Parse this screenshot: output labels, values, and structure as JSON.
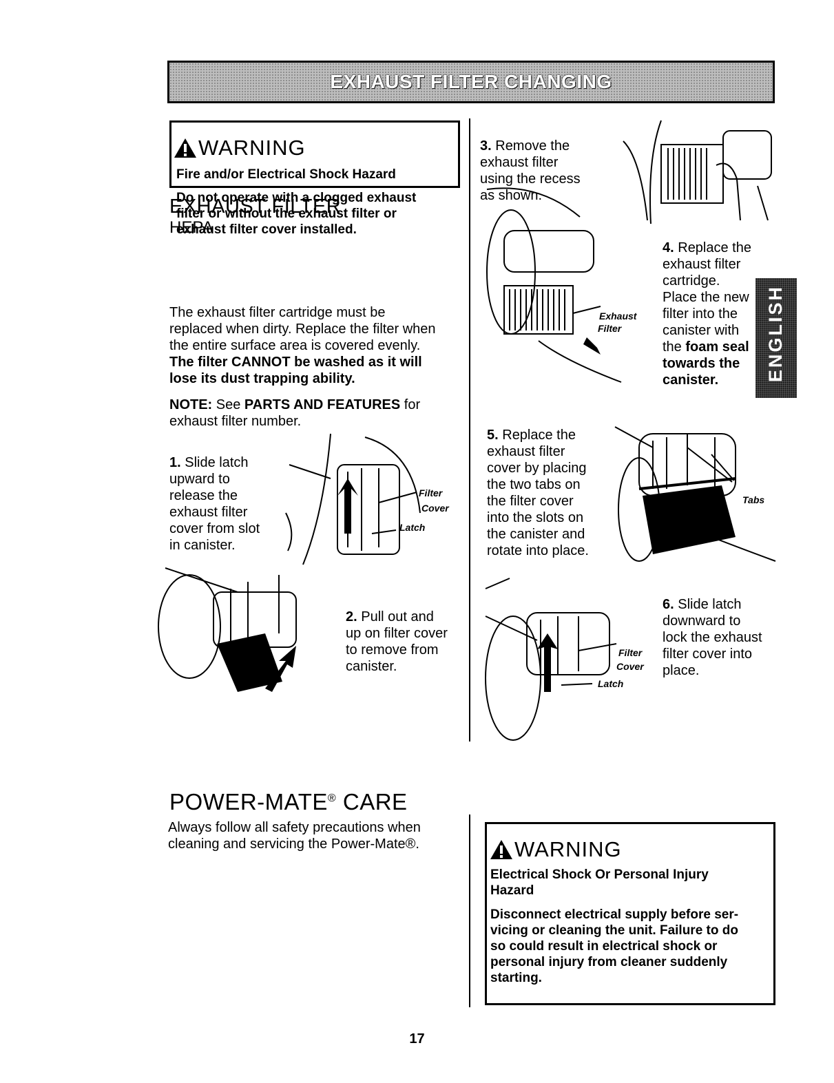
{
  "header": {
    "title": "EXHAUST FILTER CHANGING"
  },
  "warning1": {
    "heading": "WARNING",
    "hazard": "Fire and/or Electrical Shock Hazard",
    "lines": [
      "Do not operate with a clogged exhaust",
      "filter or without the exhaust filter or",
      "exhaust filter cover installed."
    ]
  },
  "exhaust": {
    "title": "EXHAUST FILTER",
    "subtitle": "HEPA",
    "para1": [
      "The exhaust filter cartridge must be",
      "replaced when dirty.  Replace the filter when",
      "the entire surface area is covered evenly."
    ],
    "para1_bold": [
      "The filter CANNOT be washed as it will",
      "lose its dust trapping ability."
    ],
    "note_label": "NOTE:",
    "note_text1": " See ",
    "note_bold": "PARTS AND FEATURES",
    "note_text2": " for",
    "note_line2": "exhaust filter number."
  },
  "steps": {
    "s1": {
      "num": "1.",
      "lines": [
        " Slide latch",
        "upward to",
        "release the",
        "exhaust filter",
        "cover from slot",
        "in canister."
      ]
    },
    "s2": {
      "num": "2.",
      "lines": [
        " Pull out and",
        "up on filter cover",
        "to remove from",
        "canister."
      ]
    },
    "s3": {
      "num": "3.",
      "lines": [
        " Remove the",
        "exhaust filter",
        "using the recess",
        "as shown."
      ]
    },
    "s4": {
      "num": "4.",
      "lines": [
        " Replace the",
        "exhaust filter",
        "cartridge.",
        "Place the new",
        "filter into the",
        "canister with",
        "the "
      ],
      "bold1": "foam seal",
      "bold2": "towards the",
      "bold3": "canister."
    },
    "s5": {
      "num": "5.",
      "lines": [
        " Replace the",
        "exhaust filter",
        "cover by placing",
        "the two tabs on",
        "the filter cover",
        "into the slots on",
        "the canister and",
        "rotate into place."
      ]
    },
    "s6": {
      "num": "6.",
      "lines": [
        "  Slide latch",
        "downward to",
        "lock the exhaust",
        "filter cover into",
        "place."
      ]
    }
  },
  "labels": {
    "filter": "Filter",
    "cover": "Cover",
    "latch": "Latch",
    "exhaust": "Exhaust",
    "filter2": "Filter",
    "tabs": "Tabs"
  },
  "side_tab": "ENGLISH",
  "powermate": {
    "title_main": "POWER-MATE",
    "title_reg": "®",
    "title_end": " CARE",
    "lines": [
      "Always follow all safety precautions when",
      "cleaning and servicing the Power-Mate®."
    ]
  },
  "warning2": {
    "heading": "WARNING",
    "hazard": [
      "Electrical Shock Or Personal Injury",
      "Hazard"
    ],
    "lines": [
      "Disconnect electrical supply before ser-",
      "vicing or cleaning the unit. Failure to do",
      "so could result in electrical shock or",
      "personal injury from cleaner suddenly",
      "starting."
    ]
  },
  "page_number": "17"
}
